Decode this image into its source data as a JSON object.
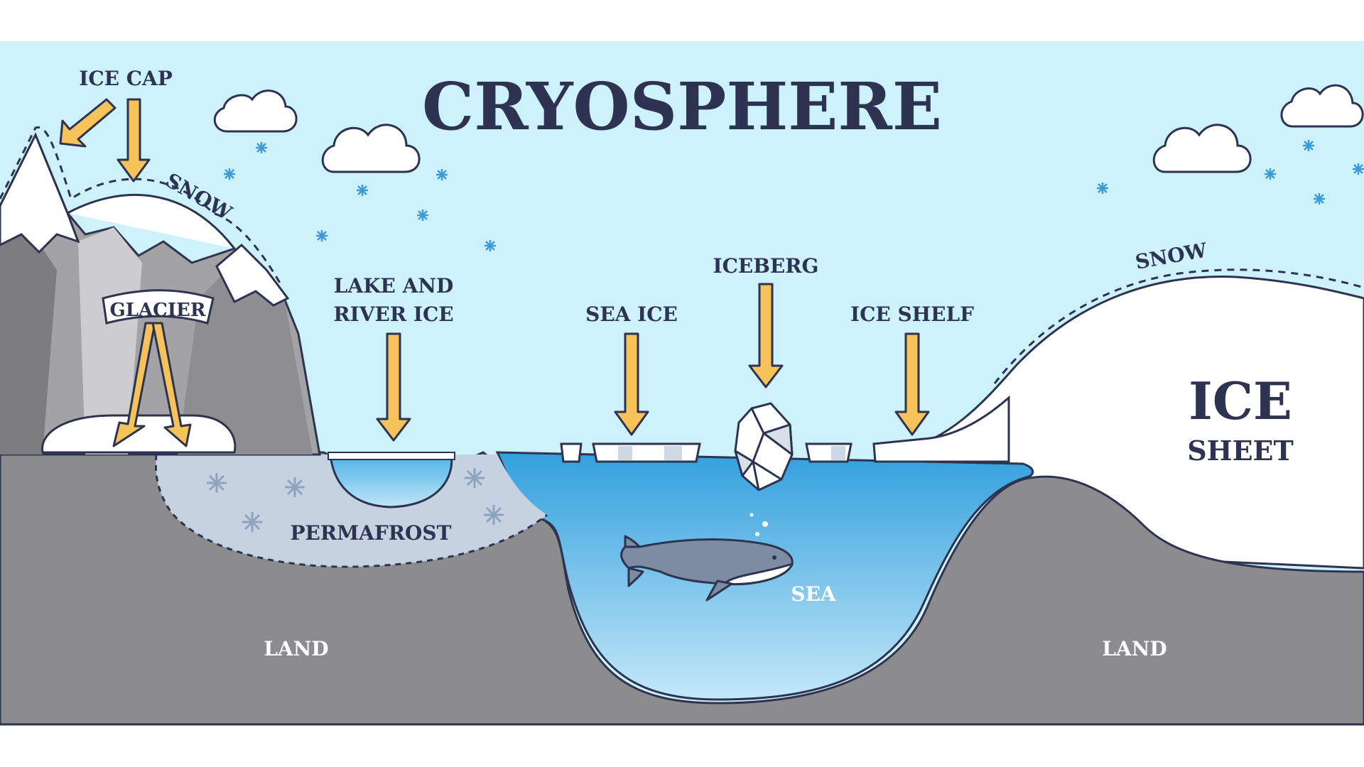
{
  "title": "CRYOSPHERE",
  "labels": {
    "ice_cap": "ICE CAP",
    "snow_left": "SNOW",
    "glacier": "GLACIER",
    "lake_river_ice_1": "LAKE AND",
    "lake_river_ice_2": "RIVER ICE",
    "sea_ice": "SEA ICE",
    "iceberg": "ICEBERG",
    "ice_shelf": "ICE SHELF",
    "snow_right": "SNOW",
    "ice_sheet_1": "ICE",
    "ice_sheet_2": "SHEET",
    "permafrost": "PERMAFROST",
    "sea": "SEA",
    "land_left": "LAND",
    "land_right": "LAND"
  },
  "colors": {
    "sky": "#cdf2fb",
    "land": "#8c8c8f",
    "sea_top": "#3aa7e0",
    "sea_bottom": "#bfe6f7",
    "ice": "#ffffff",
    "permafrost": "#c6d2e0",
    "arrow": "#f6c25a",
    "outline": "#2d3350",
    "snowflake": "#3d9ad6"
  }
}
